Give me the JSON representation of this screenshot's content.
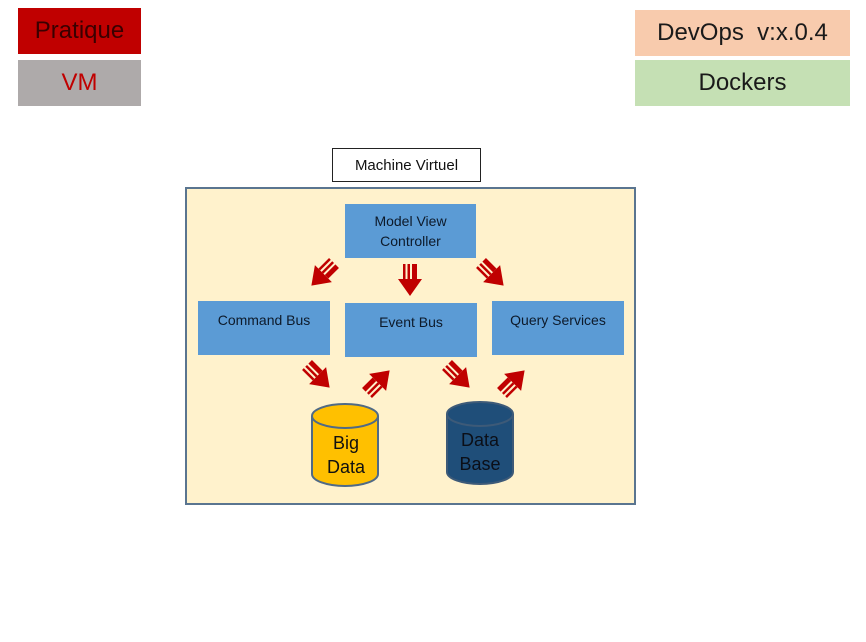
{
  "tags": {
    "pratique": {
      "label": "Pratique",
      "bg": "#c00000",
      "fg": "#3a0000"
    },
    "vm": {
      "label": "VM",
      "bg": "#aeaaaa",
      "fg": "#c00000"
    },
    "devops": {
      "label": "DevOps  v:x.0.4",
      "bg": "#f8cbad"
    },
    "dockers": {
      "label": "Dockers",
      "bg": "#c5e0b4"
    }
  },
  "diagram": {
    "container_label": "Machine Virtuel",
    "container_bg": "#fff2cc",
    "node_color": "#5b9bd5",
    "arrow_color": "#c00000",
    "nodes": {
      "mvc": "Model View\nController",
      "command_bus": "Command Bus",
      "event_bus": "Event Bus",
      "query_services": "Query Services"
    },
    "databases": {
      "big_data": {
        "label": "Big\nData",
        "color": "#ffc000"
      },
      "data_base": {
        "label": "Data\nBase",
        "color": "#1f4e79"
      }
    }
  }
}
